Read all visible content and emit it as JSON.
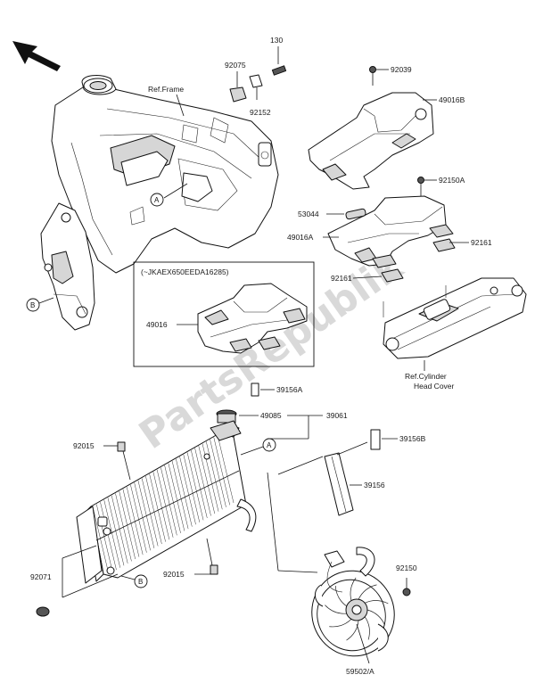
{
  "watermark": "PartsRepublik",
  "references": {
    "frame": "Ref.Frame",
    "cylinder_head_cover_line1": "Ref.Cylinder",
    "cylinder_head_cover_line2": "Head Cover"
  },
  "variant_box_label": "(~JKAEX650EEDA16285)",
  "callouts": {
    "a": "A",
    "b": "B"
  },
  "parts": {
    "p130": "130",
    "p92075": "92075",
    "p92152": "92152",
    "p92039": "92039",
    "p49016B": "49016B",
    "p92150A": "92150A",
    "p53044": "53044",
    "p49016A": "49016A",
    "p92161a": "92161",
    "p92161b": "92161",
    "p49016": "49016",
    "p39156A": "39156A",
    "p49085": "49085",
    "p39061": "39061",
    "p92015a": "92015",
    "p39156B": "39156B",
    "p39156": "39156",
    "p92071": "92071",
    "p92015b": "92015",
    "p92150": "92150",
    "p59502A": "59502/A"
  }
}
